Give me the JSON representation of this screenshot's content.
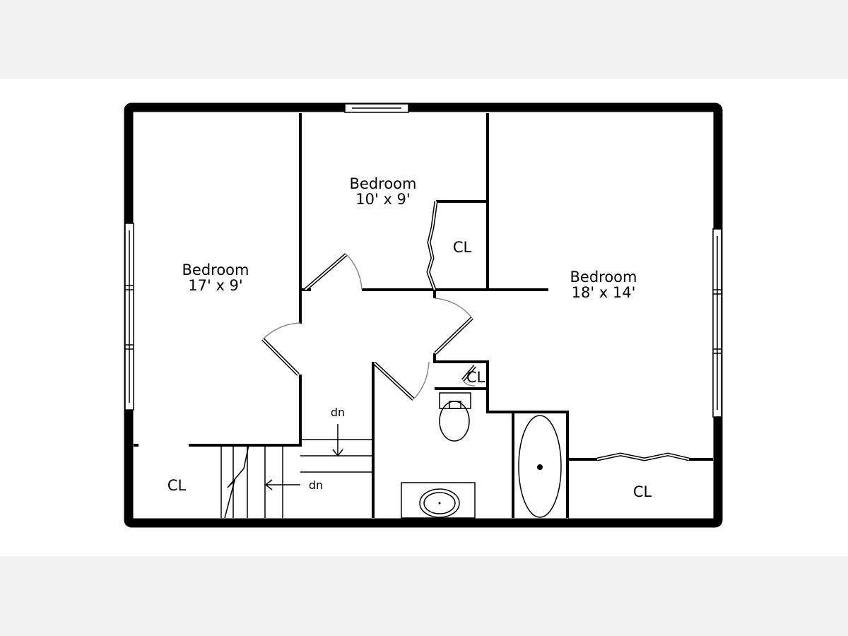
{
  "rooms": [
    {
      "name": "Bedroom",
      "size": "17' x 9'"
    },
    {
      "name": "Bedroom",
      "size": "10' x 9'"
    },
    {
      "name": "Bedroom",
      "size": "18' x 14'"
    }
  ],
  "closets": [
    "CL",
    "CL",
    "CL",
    "CL"
  ],
  "stairs": {
    "down_label_1": "dn",
    "down_label_2": "dn"
  }
}
